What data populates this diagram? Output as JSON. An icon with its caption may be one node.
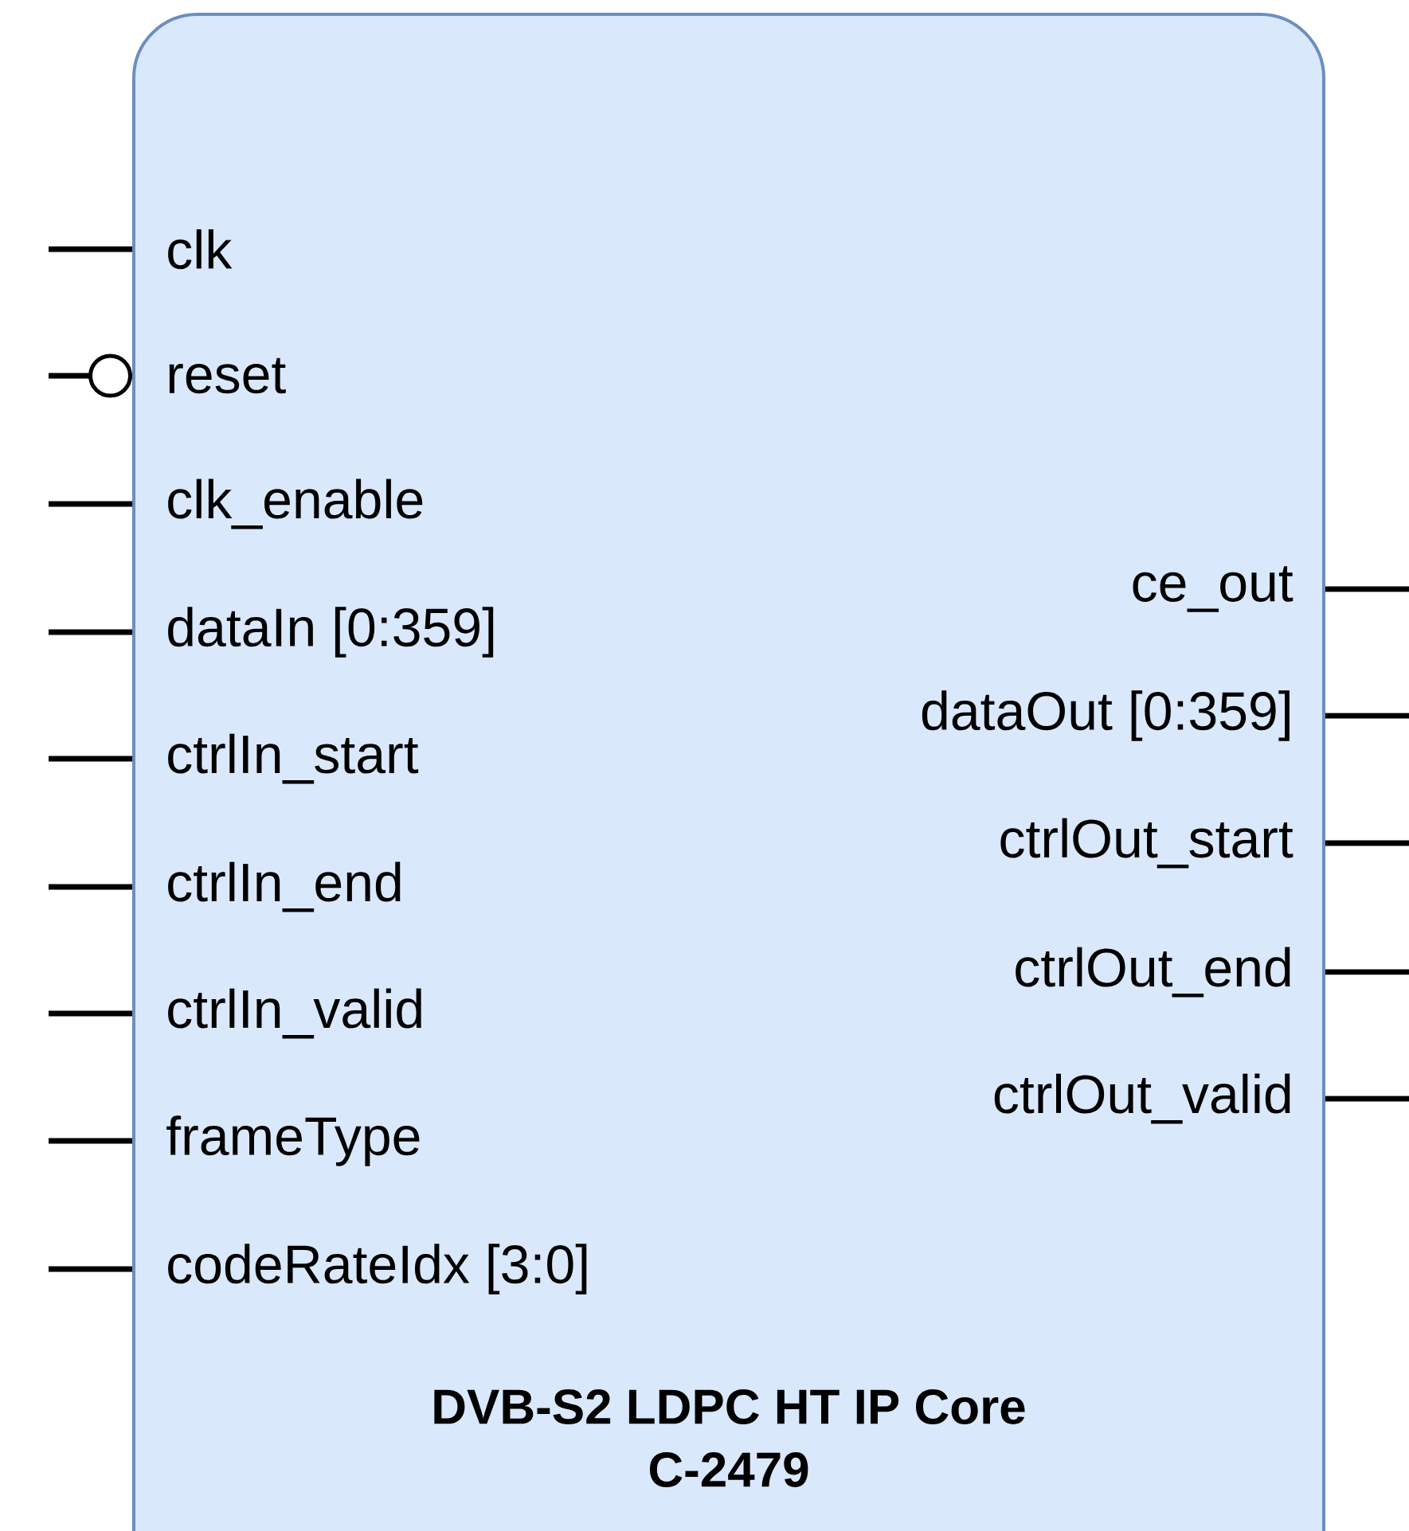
{
  "diagram": {
    "nodes": [
      {
        "text": [
          "DVB-S2 LDPC HT IP Core",
          "C-2479"
        ]
      },
      {
        "text": [
          "clk"
        ],
        "in": 0
      },
      {
        "text": [
          "reset"
        ],
        "in": 0
      },
      {
        "text": [
          "clk_enable"
        ],
        "in": 0
      },
      {
        "text": [
          "dataIn [0:359]"
        ],
        "in": 0
      },
      {
        "text": [
          "ctrlIn_start"
        ],
        "in": 0
      },
      {
        "text": [
          "ctrlIn_end"
        ],
        "in": 0
      },
      {
        "text": [
          "ctrlIn_valid"
        ],
        "in": 0
      },
      {
        "text": [
          "frameType"
        ],
        "in": 0
      },
      {
        "text": [
          "codeRateIdx [3:0]"
        ],
        "in": 0
      },
      {
        "text": [
          "ce_out"
        ],
        "in": 0
      },
      {
        "text": [
          "dataOut [0:359]"
        ],
        "in": 0
      },
      {
        "text": [
          "ctrlOut_start"
        ],
        "in": 0
      },
      {
        "text": [
          "ctrlOut_end"
        ],
        "in": 0
      },
      {
        "text": [
          "ctrlOut_valid"
        ],
        "in": 0
      }
    ],
    "edges": [
      {
        "from": null,
        "to": 1,
        "arrow": "none"
      },
      {
        "from": null,
        "to": 2,
        "arrow": "other"
      },
      {
        "from": null,
        "to": 3,
        "arrow": "none"
      },
      {
        "from": null,
        "to": 4,
        "arrow": "none"
      },
      {
        "from": null,
        "to": 5,
        "arrow": "none"
      },
      {
        "from": null,
        "to": 6,
        "arrow": "none"
      },
      {
        "from": null,
        "to": 7,
        "arrow": "none"
      },
      {
        "from": null,
        "to": 8,
        "arrow": "none"
      },
      {
        "from": null,
        "to": 9,
        "arrow": "none"
      },
      {
        "from": 10,
        "to": null,
        "arrow": "none"
      },
      {
        "from": 11,
        "to": null,
        "arrow": "none"
      },
      {
        "from": 12,
        "to": null,
        "arrow": "none"
      },
      {
        "from": 13,
        "to": null,
        "arrow": "none"
      },
      {
        "from": 14,
        "to": null,
        "arrow": "none"
      }
    ]
  }
}
